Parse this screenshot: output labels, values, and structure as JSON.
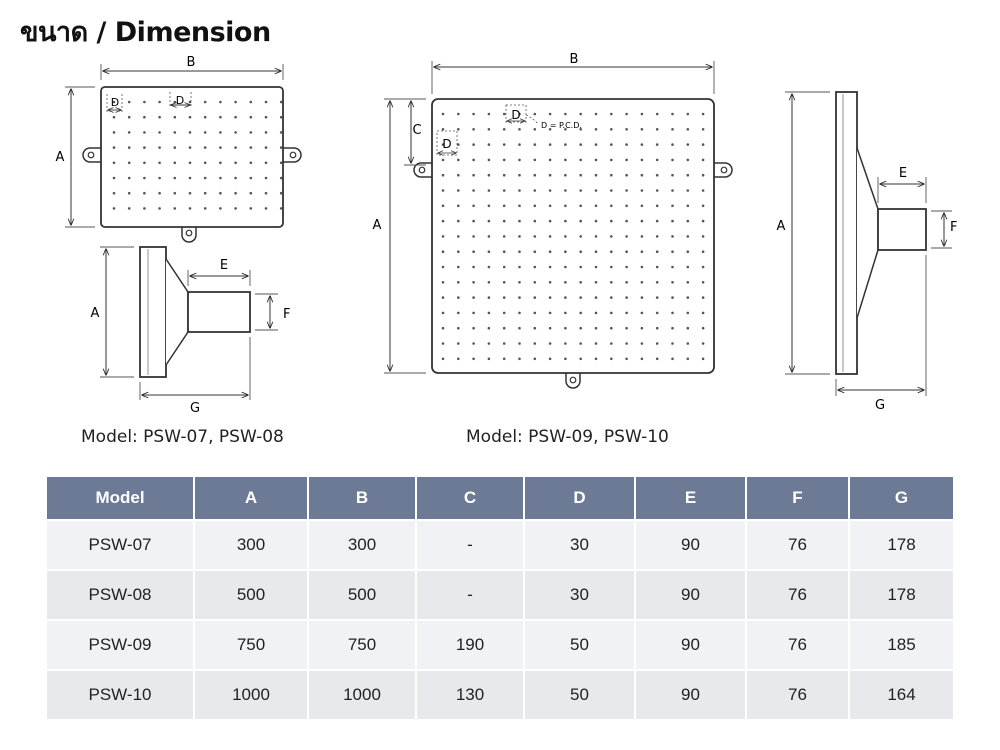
{
  "title": "ขนาด / Dimension",
  "diagram_small": {
    "caption": "Model: PSW-07, PSW-08",
    "labels": {
      "a_front": "A",
      "b_front": "B",
      "d1": "D",
      "d2": "D",
      "a_side": "A",
      "e": "E",
      "f": "F",
      "g": "G"
    }
  },
  "diagram_large": {
    "caption": "Model: PSW-09, PSW-10",
    "labels": {
      "b": "B",
      "c": "C",
      "d1": "D",
      "d2": "D",
      "pcd_note": "D = P.C.D.",
      "a_front": "A",
      "a_side": "A",
      "e": "E",
      "f": "F",
      "g": "G"
    }
  },
  "table": {
    "headers": [
      "Model",
      "A",
      "B",
      "C",
      "D",
      "E",
      "F",
      "G"
    ],
    "rows": [
      [
        "PSW-07",
        "300",
        "300",
        "-",
        "30",
        "90",
        "76",
        "178"
      ],
      [
        "PSW-08",
        "500",
        "500",
        "-",
        "30",
        "90",
        "76",
        "178"
      ],
      [
        "PSW-09",
        "750",
        "750",
        "190",
        "50",
        "90",
        "76",
        "185"
      ],
      [
        "PSW-10",
        "1000",
        "1000",
        "130",
        "50",
        "90",
        "76",
        "164"
      ]
    ]
  }
}
